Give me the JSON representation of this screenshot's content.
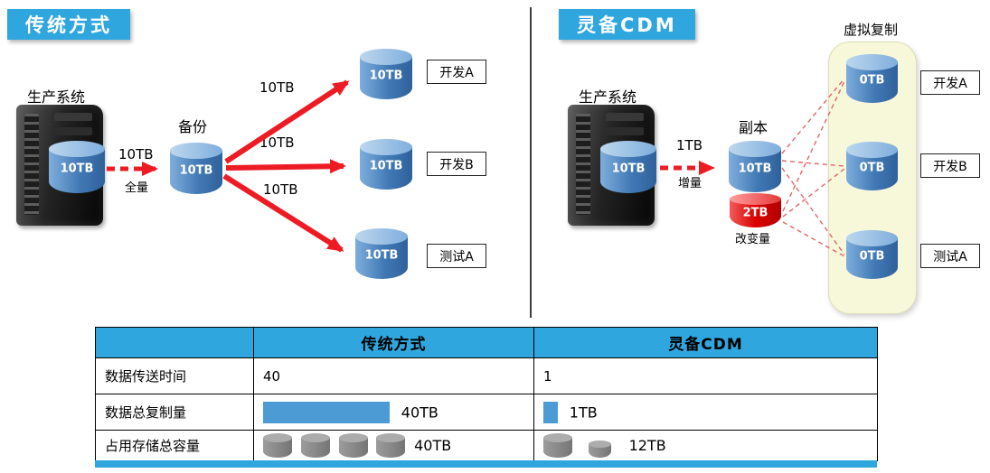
{
  "colors": {
    "accent_blue": "#2FA6DE",
    "bar_blue": "#4D9BD5",
    "arrow_red": "#ED1C24",
    "cylinder_blue": "#4179B5",
    "change_red": "#DB0000",
    "virtual_panel_yellow": "#F7F7DA"
  },
  "left": {
    "title": "传统方式",
    "production_label": "生产系统",
    "production_value": "10TB",
    "transfer_label": "10TB",
    "transfer_note": "全量",
    "backup_label": "备份",
    "backup_value": "10TB",
    "arrow_labels": [
      "10TB",
      "10TB",
      "10TB"
    ],
    "targets": [
      {
        "value": "10TB",
        "label": "开发A"
      },
      {
        "value": "10TB",
        "label": "开发B"
      },
      {
        "value": "10TB",
        "label": "测试A"
      }
    ]
  },
  "right": {
    "title": "灵备CDM",
    "virtual_label": "虚拟复制",
    "production_label": "生产系统",
    "production_value": "10TB",
    "transfer_label": "1TB",
    "transfer_note": "增量",
    "replica_label": "副本",
    "replica_value": "10TB",
    "change_value": "2TB",
    "change_label": "改变量",
    "targets": [
      {
        "value": "0TB",
        "label": "开发A"
      },
      {
        "value": "0TB",
        "label": "开发B"
      },
      {
        "value": "0TB",
        "label": "测试A"
      }
    ]
  },
  "table": {
    "headers": [
      "",
      "传统方式",
      "灵备CDM"
    ],
    "rows": [
      {
        "label": "数据传送时间",
        "traditional": "40",
        "cdm": "1"
      },
      {
        "label": "数据总复制量",
        "traditional": "40TB",
        "cdm": "1TB"
      },
      {
        "label": "占用存储总容量",
        "traditional": "40TB",
        "cdm": "12TB"
      }
    ]
  }
}
